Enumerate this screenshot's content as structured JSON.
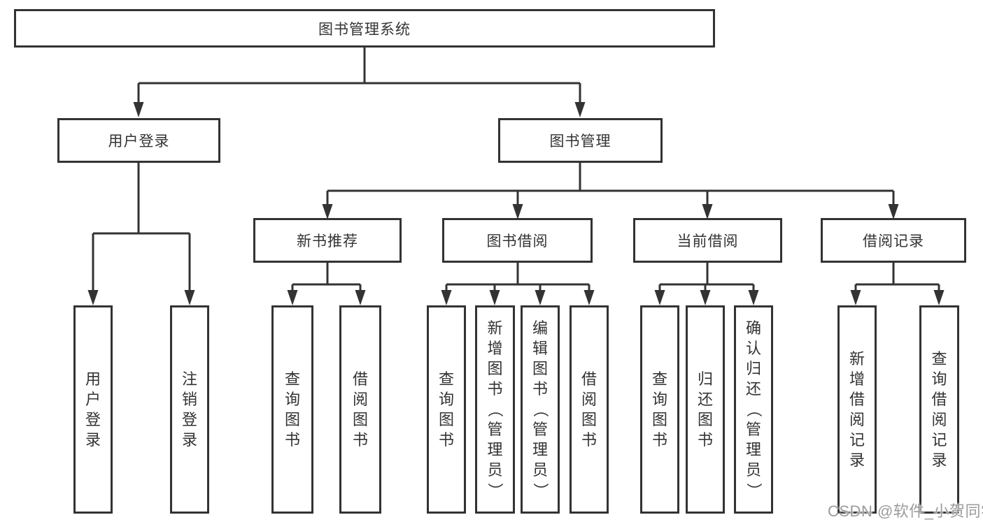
{
  "diagram": {
    "root": {
      "label": "图书管理系统"
    },
    "level2": [
      {
        "label": "用户登录"
      },
      {
        "label": "图书管理"
      }
    ],
    "level3": [
      {
        "label": "新书推荐"
      },
      {
        "label": "图书借阅"
      },
      {
        "label": "当前借阅"
      },
      {
        "label": "借阅记录"
      }
    ],
    "leaves": [
      {
        "label": "用户登录"
      },
      {
        "label": "注销登录"
      },
      {
        "label": "查询图书"
      },
      {
        "label": "借阅图书"
      },
      {
        "label": "查询图书"
      },
      {
        "label": "新增图书（管理员）"
      },
      {
        "label": "编辑图书（管理员）"
      },
      {
        "label": "借阅图书"
      },
      {
        "label": "查询图书"
      },
      {
        "label": "归还图书"
      },
      {
        "label": "确认归还（管理员）"
      },
      {
        "label": "新增借阅记录"
      },
      {
        "label": "查询借阅记录"
      }
    ]
  },
  "watermark": {
    "text": "CSDN @软件_小贺同学"
  },
  "colors": {
    "line": "#333333",
    "text": "#333333",
    "background": "#ffffff",
    "watermark": "#9b9b9b"
  }
}
